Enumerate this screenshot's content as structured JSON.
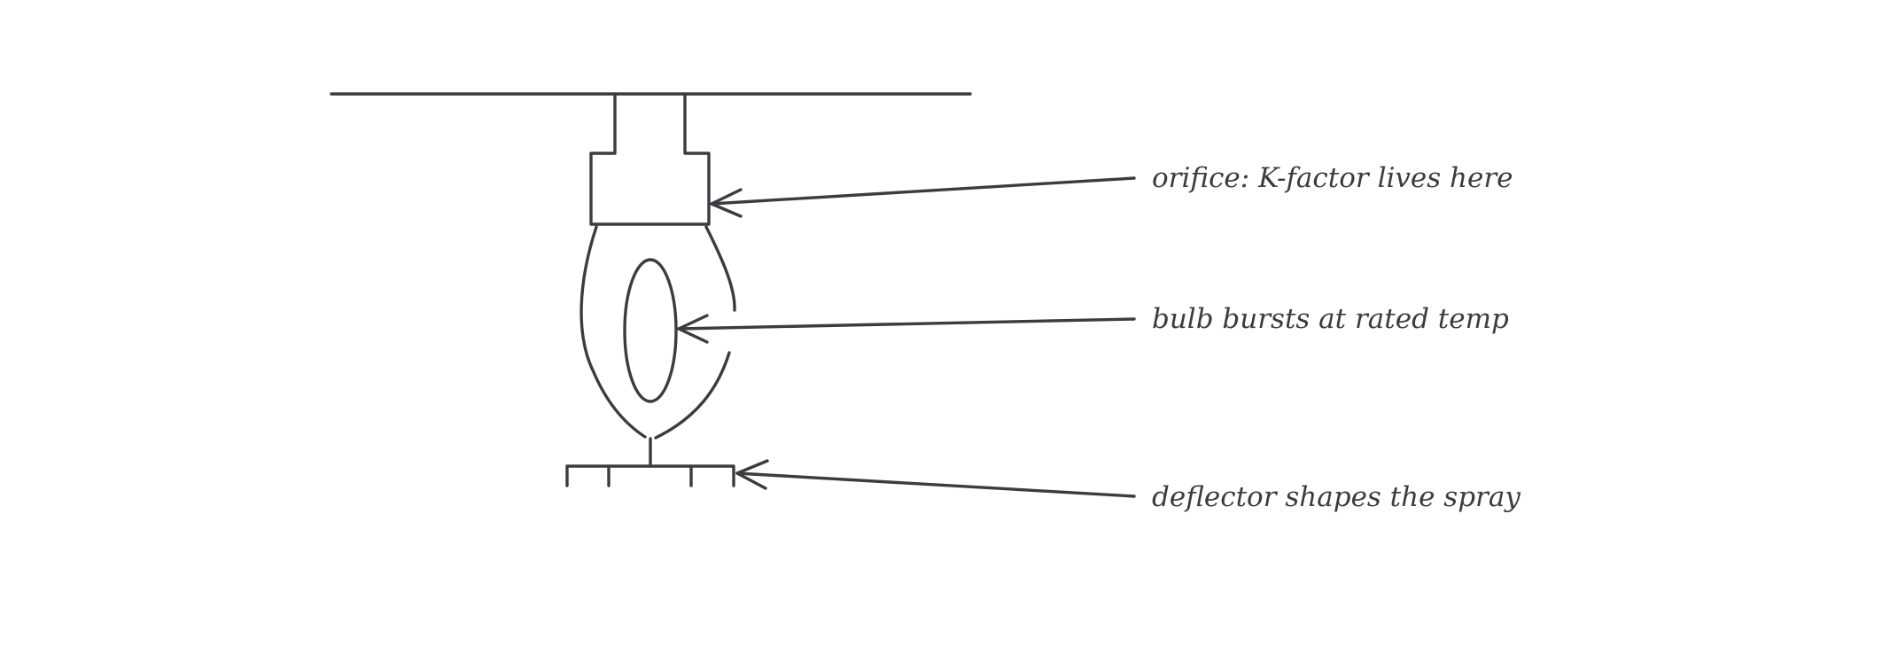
{
  "annotations": {
    "orifice": "orifice: K-factor lives here",
    "bulb": "bulb bursts at rated temp",
    "deflector": "deflector shapes the spray"
  },
  "colors": {
    "ink": "#3c3c40",
    "background": "#ffffff"
  }
}
